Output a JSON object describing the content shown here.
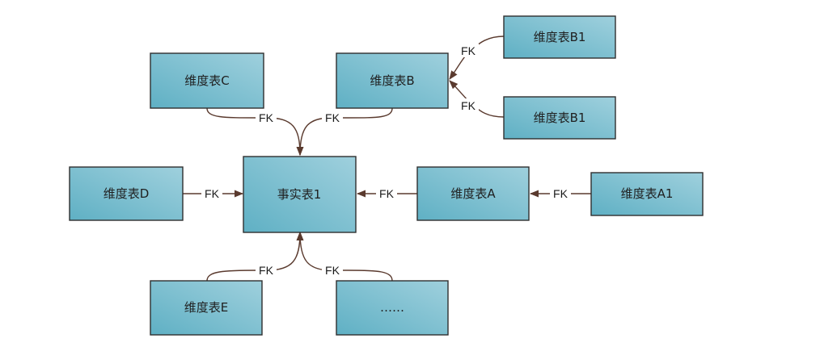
{
  "colors": {
    "box_fill_light": "#9fd0dd",
    "box_fill_dark": "#5fb0c4",
    "box_border": "#2f2f2f",
    "edge": "#5a3a2e"
  },
  "nodes": {
    "fact1": "事实表1",
    "dimA": "维度表A",
    "dimA1": "维度表A1",
    "dimB": "维度表B",
    "dimB1_top": "维度表B1",
    "dimB1_bottom": "维度表B1",
    "dimC": "维度表C",
    "dimD": "维度表D",
    "dimE": "维度表E",
    "more": "……"
  },
  "edges": {
    "fk_c": "FK",
    "fk_b": "FK",
    "fk_b1_top": "FK",
    "fk_b1_bottom": "FK",
    "fk_d": "FK",
    "fk_a": "FK",
    "fk_a1": "FK",
    "fk_e": "FK",
    "fk_more": "FK"
  }
}
